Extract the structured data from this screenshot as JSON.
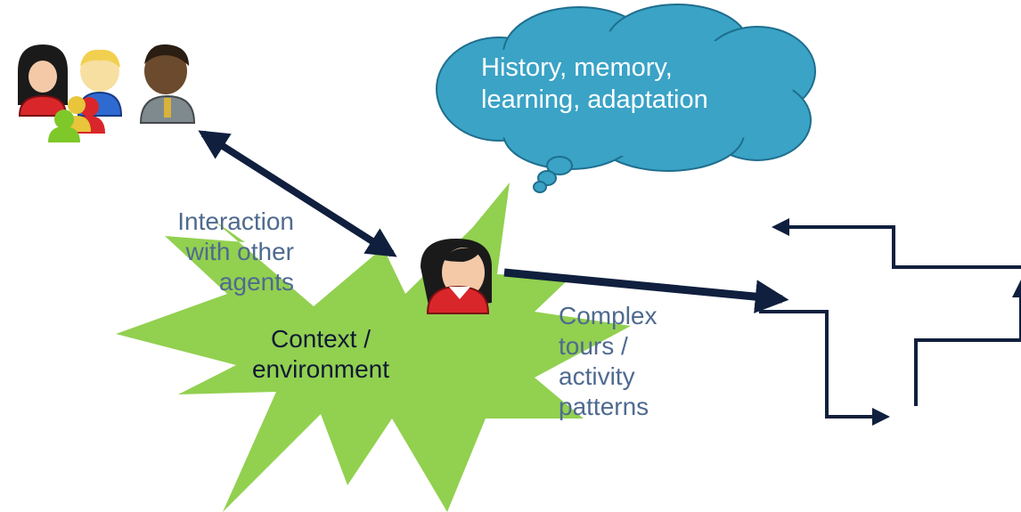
{
  "thought_cloud": {
    "lines": [
      "History, memory,",
      "learning, adaptation"
    ],
    "fill_color": "#3aa3c6",
    "icon": "thought-cloud-icon"
  },
  "interaction_label": {
    "lines": [
      "Interaction",
      "with other",
      "agents"
    ],
    "color": "#4f6a8f"
  },
  "context_label": {
    "lines": [
      "Context /",
      "environment"
    ],
    "color": "#0f1a33"
  },
  "tours_label": {
    "lines": [
      "Complex",
      "tours /",
      "activity",
      "patterns"
    ],
    "color": "#4f6a8f"
  },
  "colors": {
    "starburst": "#92d050",
    "arrows": "#0f1f3d"
  },
  "icons": {
    "group": "people-group-icon",
    "agent": "agent-person-icon",
    "paths": "activity-path-icon"
  }
}
